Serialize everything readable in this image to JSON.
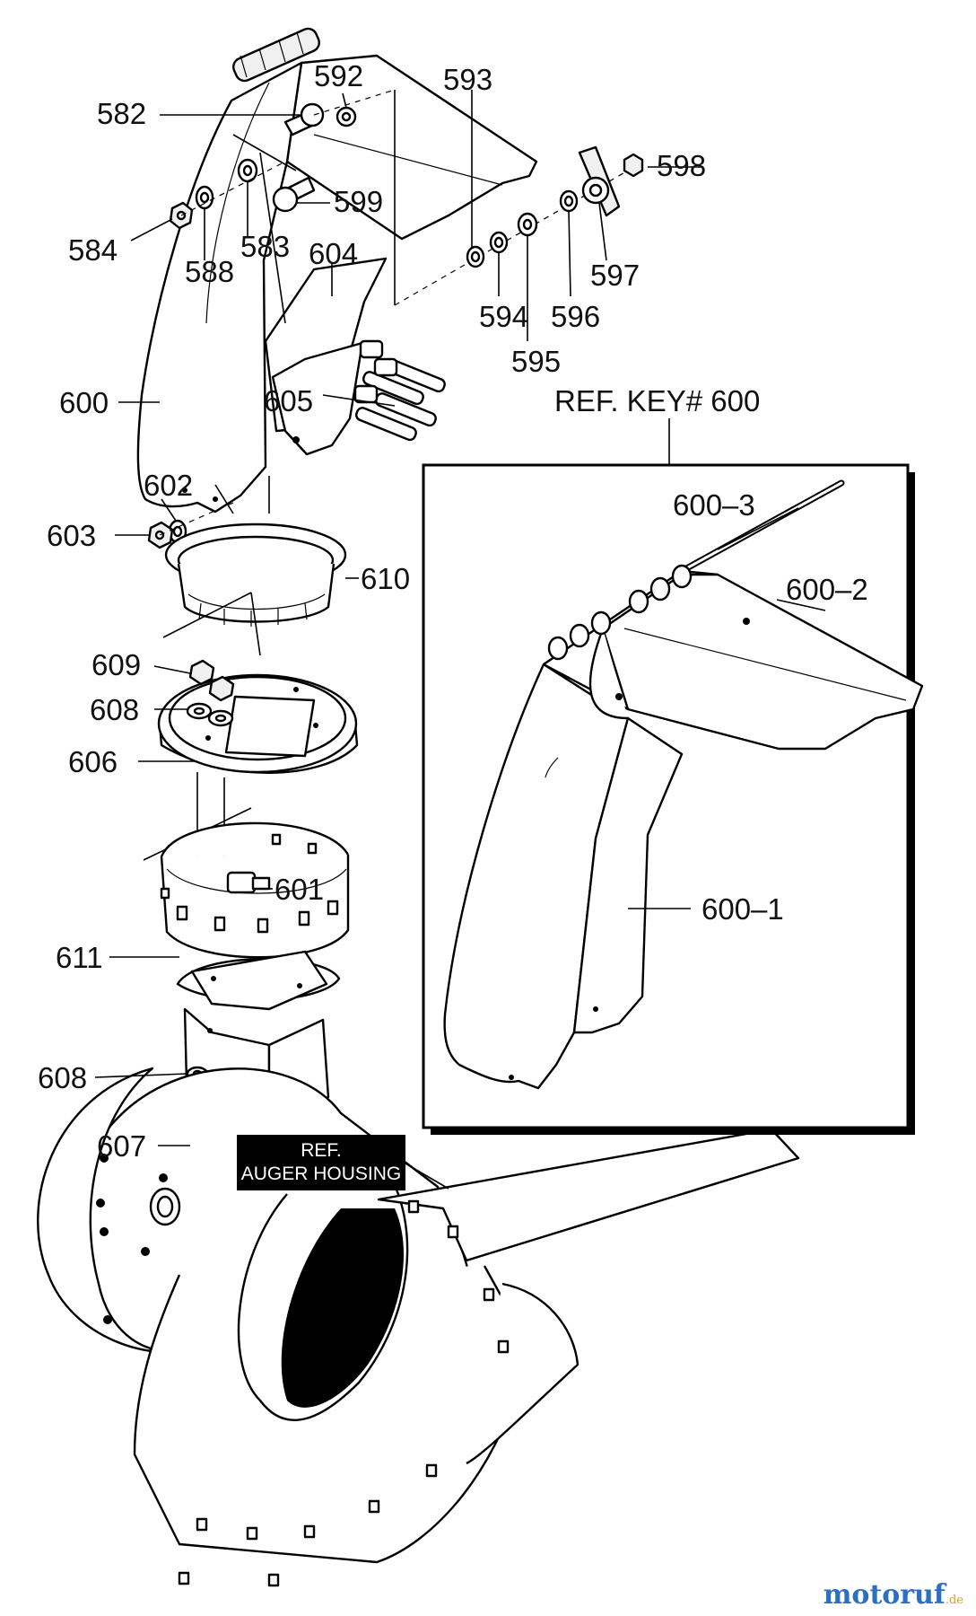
{
  "callouts": {
    "c582": "582",
    "c592": "592",
    "c593": "593",
    "c598": "598",
    "c599": "599",
    "c584": "584",
    "c588": "588",
    "c583": "583",
    "c604": "604",
    "c597": "597",
    "c594": "594",
    "c596": "596",
    "c595": "595",
    "c605": "605",
    "c600": "600",
    "c602": "602",
    "c603": "603",
    "c610": "610",
    "c609": "609",
    "c608a": "608",
    "c606": "606",
    "c601": "601",
    "c611": "611",
    "c608b": "608",
    "c607": "607"
  },
  "inset": {
    "title": "REF. KEY# 600",
    "parts": {
      "p3": "600–3",
      "p2": "600–2",
      "p1": "600–1"
    }
  },
  "ref_box": {
    "line1": "REF.",
    "line2": "AUGER HOUSING"
  },
  "watermark": {
    "brand": "motoruf",
    "tld": ".de"
  },
  "colors": {
    "ink": "#000000",
    "brand_blue": "#2d6fc1",
    "brand_orange": "#e39a1f"
  }
}
